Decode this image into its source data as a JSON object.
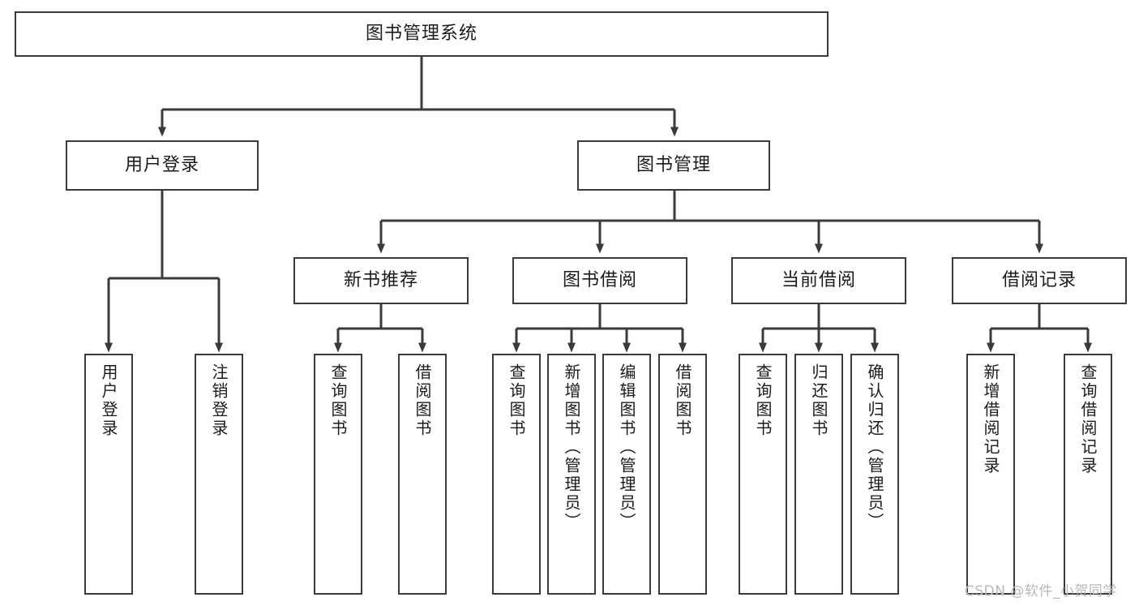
{
  "diagram": {
    "title": "图书管理系统",
    "type": "tree-hierarchy-chart",
    "root": {
      "label": "图书管理系统"
    },
    "level2": [
      {
        "label": "用户登录"
      },
      {
        "label": "图书管理"
      }
    ],
    "level3": [
      {
        "label": "新书推荐"
      },
      {
        "label": "图书借阅"
      },
      {
        "label": "当前借阅"
      },
      {
        "label": "借阅记录"
      }
    ],
    "leaves": {
      "user_login": [
        {
          "label": "用户登录"
        },
        {
          "label": "注销登录"
        }
      ],
      "new_book_recommend": [
        {
          "label": "查询图书"
        },
        {
          "label": "借阅图书"
        }
      ],
      "book_borrow": [
        {
          "label": "查询图书"
        },
        {
          "label": "新增图书（管理员）"
        },
        {
          "label": "编辑图书（管理员）"
        },
        {
          "label": "借阅图书"
        }
      ],
      "current_borrow": [
        {
          "label": "查询图书"
        },
        {
          "label": "归还图书"
        },
        {
          "label": "确认归还（管理员）"
        }
      ],
      "borrow_record": [
        {
          "label": "新增借阅记录"
        },
        {
          "label": "查询借阅记录"
        }
      ]
    }
  },
  "watermark": {
    "text": "CSDN @软件_小贺同学"
  },
  "colors": {
    "background": "#ffffff",
    "border": "#3a3a3a",
    "text": "#1c1c1c",
    "watermark": "#b8b8b8"
  }
}
